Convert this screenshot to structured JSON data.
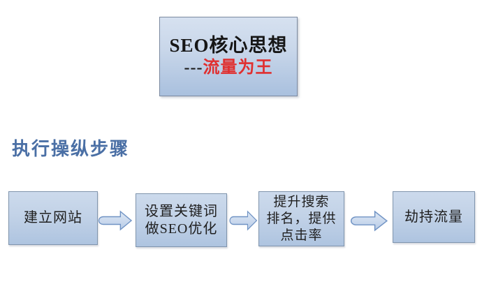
{
  "title_box": {
    "line1": "SEO核心思想",
    "line2_prefix": "---",
    "line2_highlight": "流量为王"
  },
  "section_heading": "执行操纵步骤",
  "flow": {
    "steps": [
      {
        "lines": [
          "建立网站"
        ]
      },
      {
        "lines": [
          "设置关键词",
          "做SEO优化"
        ]
      },
      {
        "lines": [
          "提升搜索",
          "排名，提供",
          "点击率"
        ]
      },
      {
        "lines": [
          "劫持流量"
        ]
      }
    ]
  },
  "colors": {
    "heading_blue": "#4a6fa5",
    "highlight_red": "#e02f2f",
    "box_fill_top": "#ccdaec",
    "box_fill_bottom": "#aec4e0",
    "box_border": "#8095ad",
    "arrow_fill_top": "#dde8f5",
    "arrow_fill_bottom": "#b7cbe6",
    "arrow_border": "#7093c4",
    "text_black": "#1f1f1f"
  }
}
